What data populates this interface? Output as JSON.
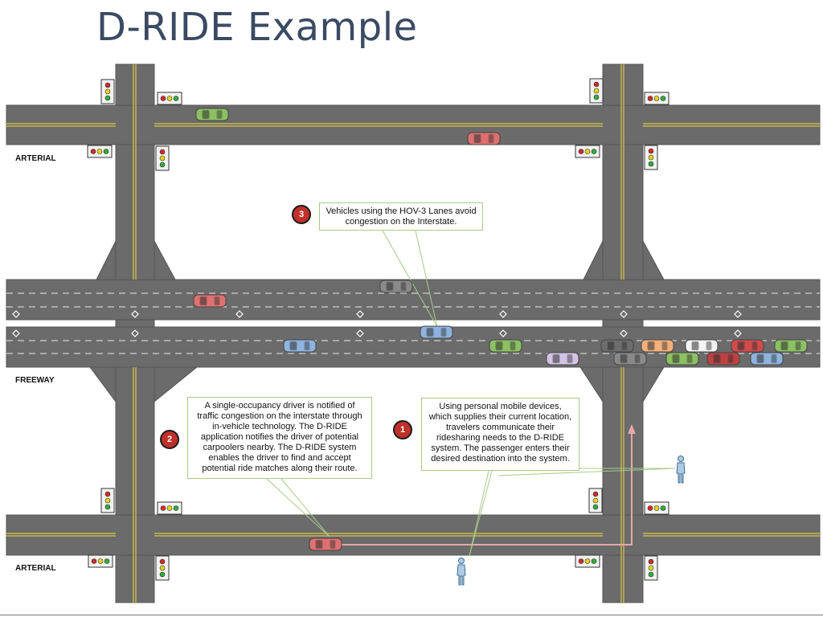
{
  "title": "D-RIDE Example",
  "labels": {
    "arterial_top": "ARTERIAL",
    "freeway": "FREEWAY",
    "arterial_bottom": "ARTERIAL"
  },
  "callouts": [
    {
      "step": "3",
      "text": "Vehicles using the HOV-3 Lanes avoid congestion on the Interstate."
    },
    {
      "step": "2",
      "text": "A single-occupancy driver is notified of traffic congestion on the interstate through in-vehicle technology.  The D-RIDE application notifies the driver of potential carpoolers nearby.  The D-RIDE system enables the driver to find and accept potential ride matches along their route."
    },
    {
      "step": "1",
      "text": "Using personal mobile devices, which supplies their current location, travelers communicate their ridesharing needs to the D-RIDE system.  The passenger enters their desired destination into the system."
    }
  ],
  "colors": {
    "road": "#6b6b6b",
    "road_edge": "#555555",
    "centerline": "#d9c845",
    "lane_dash": "#e8e8e8",
    "route": "#e8a7a7",
    "badge": "#c0312b",
    "callout_border": "#a9c98a",
    "title": "#3b4a63"
  }
}
